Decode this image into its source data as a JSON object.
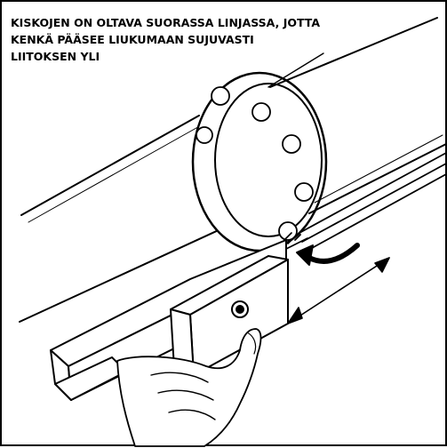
{
  "caption": {
    "lines": [
      "KISKOJEN ON OLTAVA SUORASSA LINJASSA, JOTTA",
      "KENKÄ PÄÄSEE LIUKUMAAN SUJUVASTI",
      "LIITOKSEN YLI"
    ]
  },
  "colors": {
    "ink": "#000000",
    "paper": "#ffffff"
  }
}
